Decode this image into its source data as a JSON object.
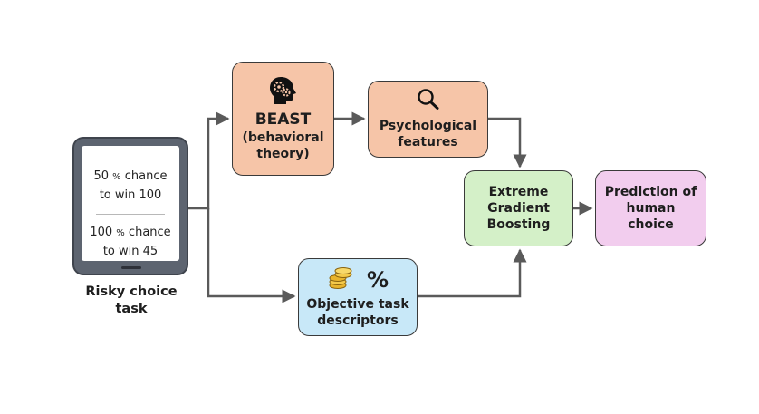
{
  "tablet": {
    "option1": {
      "number": "50",
      "pct": "%",
      "suffix": " chance",
      "line2": "to win 100"
    },
    "option2": {
      "number": "100",
      "pct": "%",
      "suffix": " chance",
      "line2": "to win 45"
    }
  },
  "caption": {
    "line1": "Risky choice",
    "line2": "task"
  },
  "beast": {
    "title": "BEAST",
    "line1": "(behavioral",
    "line2": "theory)",
    "icon": "head-gears-icon"
  },
  "psych": {
    "line1": "Psychological",
    "line2": "features",
    "icon": "magnifier-icon"
  },
  "xgb": {
    "line1": "Extreme",
    "line2": "Gradient",
    "line3": "Boosting"
  },
  "pred": {
    "line1": "Prediction of",
    "line2": "human",
    "line3": "choice"
  },
  "obj": {
    "symbol": "%",
    "line1": "Objective task",
    "line2": "descriptors",
    "icon": "coins-icon"
  },
  "colors": {
    "beast": "#f6c5a8",
    "psych": "#f6c5a8",
    "xgb": "#d4f0c8",
    "pred": "#f2cdee",
    "obj": "#c8e8f8",
    "tablet": "#5d6470",
    "arrow": "#5a5a5a"
  }
}
